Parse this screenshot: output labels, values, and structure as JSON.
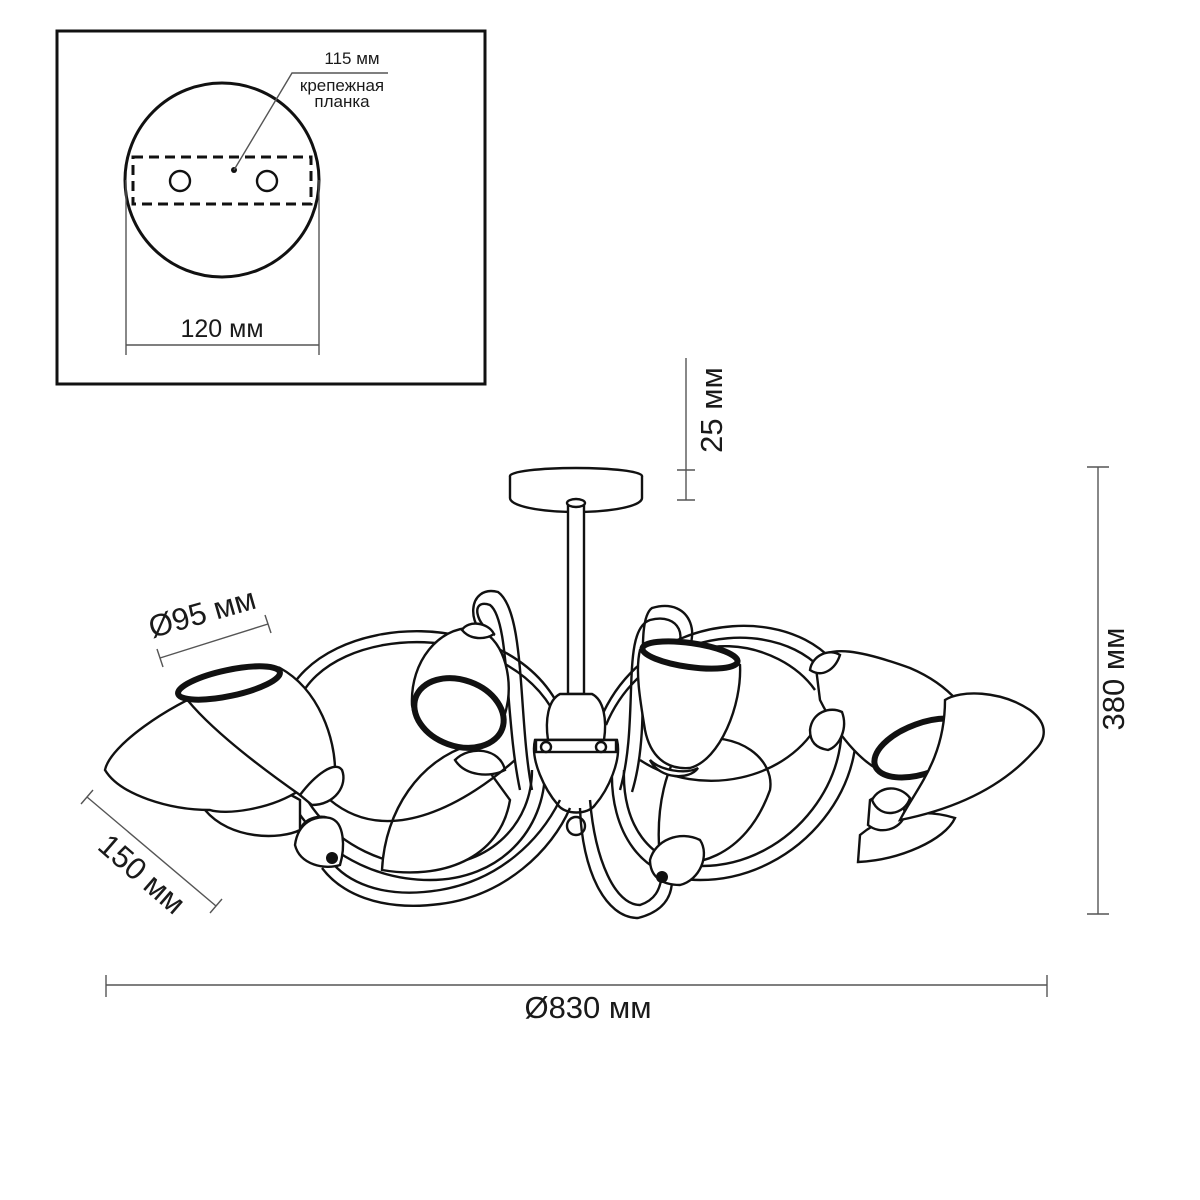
{
  "inset": {
    "strip_width_label": "115 мм",
    "strip_name_line1": "крепежная",
    "strip_name_line2": "планка",
    "canopy_diameter_label": "120 мм"
  },
  "dimensions": {
    "canopy_height": "25 мм",
    "total_height": "380 мм",
    "shade_diameter": "Ø95 мм",
    "shade_length": "150 мм",
    "total_diameter": "Ø830 мм"
  },
  "colors": {
    "ink": "#111111",
    "dimension_line": "#555555",
    "background": "#ffffff"
  }
}
